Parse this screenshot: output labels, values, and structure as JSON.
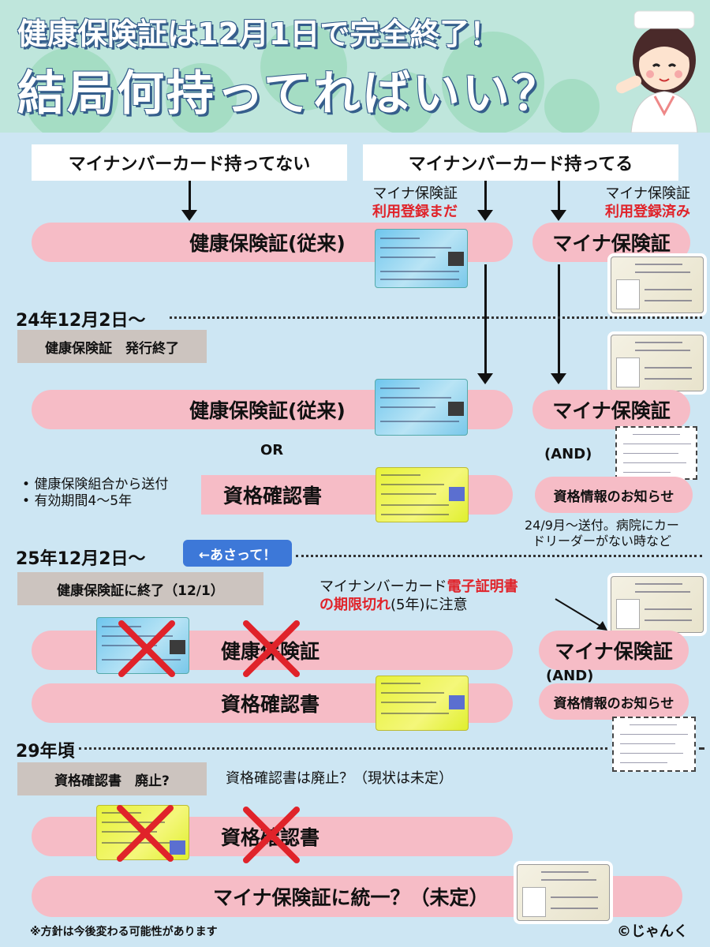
{
  "header": {
    "title_line1": "健康保険証は12月1日で完全終了！",
    "title_line2": "結局何持ってればいい？"
  },
  "top": {
    "no_card": "マイナンバーカード持ってない",
    "has_card": "マイナンバーカード持ってる",
    "unregistered_line1": "マイナ保険証",
    "unregistered_line2": "利用登録まだ",
    "registered_line1": "マイナ保険証",
    "registered_line2": "利用登録済み"
  },
  "labels": {
    "kenko_traditional": "健康保険証(従来)",
    "myna_hokensho": "マイナ保険証",
    "shikaku_kakuninsho": "資格確認書",
    "kenko_hokensho": "健康保険証",
    "shikaku_joho": "資格情報のお知らせ",
    "or": "OR",
    "and": "(AND)"
  },
  "section_2024": {
    "date": "24年12月2日〜",
    "badge": "健康保険証　発行終了",
    "bullets": [
      "健康保険組合から送付",
      "有効期間4〜5年"
    ],
    "notice_note_line1": "24/9月〜送付。病院にカー",
    "notice_note_line2": "ドリーダーがない時など"
  },
  "section_2025": {
    "date": "25年12月2日〜",
    "tag": "←あさって！",
    "badge": "健康保険証に終了（12/1）",
    "warning_part1": "マイナンバーカード",
    "warning_red1": "電子証明書",
    "warning_red2": "の期限切れ",
    "warning_part2": "(5年)に注意"
  },
  "section_2029": {
    "date": "29年頃",
    "badge": "資格確認書　廃止?",
    "note": "資格確認書は廃止？（現状は未定）",
    "final": "マイナ保険証に統一？（未定）"
  },
  "footer": {
    "disclaimer": "※方針は今後変わる可能性があります",
    "credit": "©じゃんく"
  },
  "colors": {
    "header_bg": "#bfe6dc",
    "body_bg": "#cde6f3",
    "pill": "#f6bcc6",
    "accent_red": "#e0232a",
    "tag_blue": "#3d78d8"
  }
}
